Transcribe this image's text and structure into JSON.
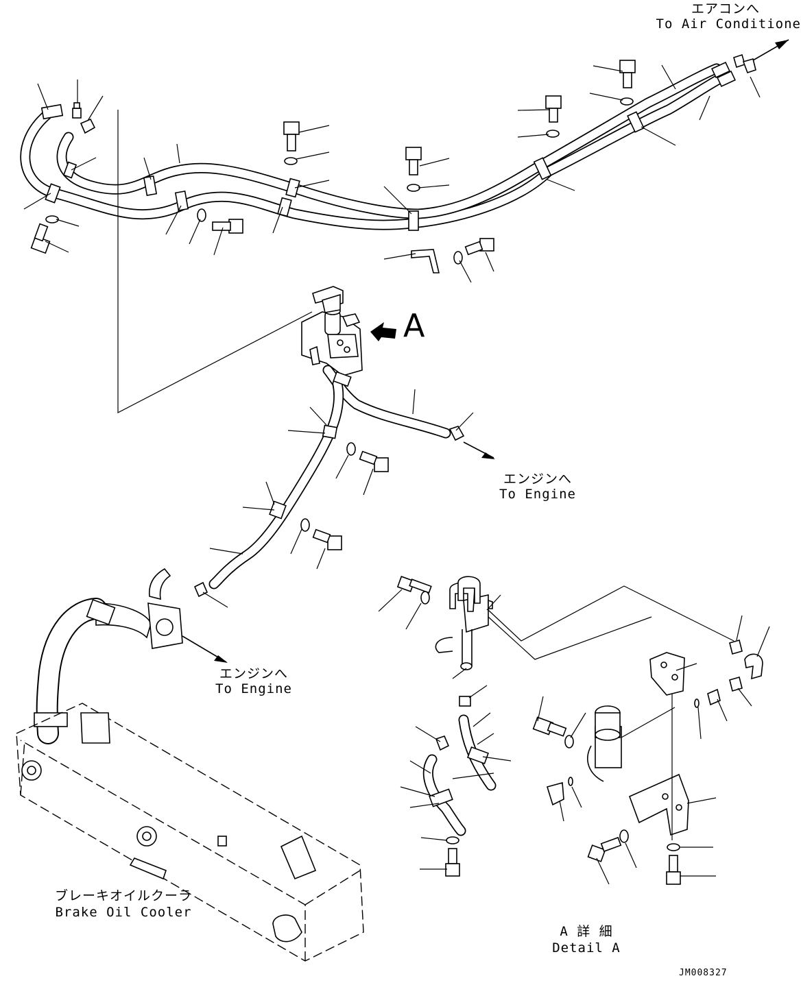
{
  "callouts": {
    "air_conditioner": {
      "jp": "エアコンへ",
      "en": "To Air Conditione"
    },
    "engine_upper": {
      "jp": "エンジンへ",
      "en": "To Engine"
    },
    "engine_lower": {
      "jp": "エンジンへ",
      "en": "To Engine"
    },
    "brake_oil_cooler": {
      "jp": "ブレーキオイルクーラ",
      "en": "Brake Oil Cooler"
    },
    "detail_a": {
      "jp": "A 詳 細",
      "en": "Detail A"
    },
    "view_marker": "A"
  },
  "drawing_number": "JM008327"
}
